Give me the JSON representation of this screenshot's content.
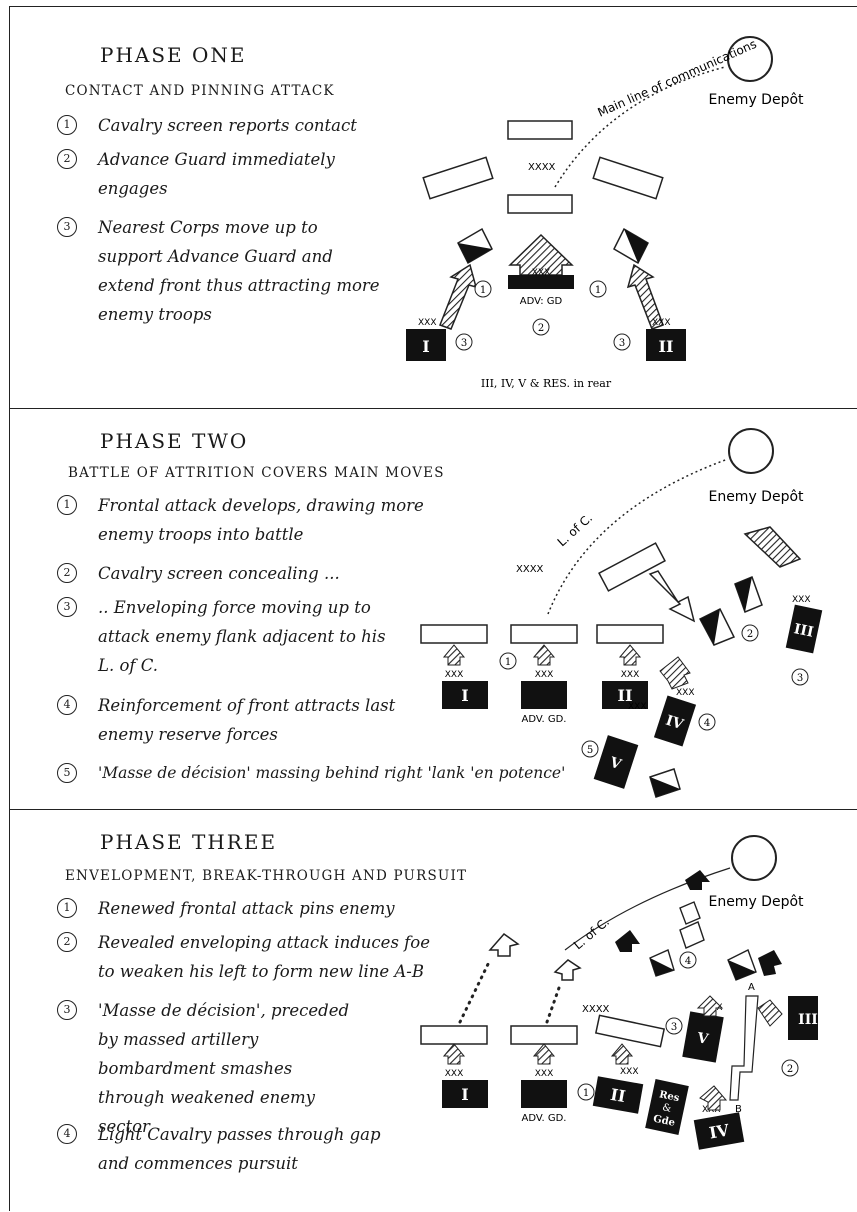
{
  "phase_one": {
    "title": "PHASE ONE",
    "subtitle": "CONTACT AND PINNING ATTACK",
    "steps": [
      {
        "num": "1",
        "text": "Cavalry screen reports contact"
      },
      {
        "num": "2",
        "text": "Advance Guard immediately engages"
      },
      {
        "num": "3",
        "text": "Nearest Corps move up to support Advance Guard and extend front thus attracting more enemy troops"
      }
    ],
    "diagram": {
      "enemy_depot": "Enemy Depôt",
      "comm_line": "Main line of communications",
      "army_group": "XXXX",
      "corps_echelon": "XXX",
      "adv_gd": "ADV: GD",
      "corps_left": "I",
      "corps_right": "II",
      "num_1": "1",
      "num_2": "2",
      "num_3": "3",
      "rear_note": "III, IV, V & RES. in rear"
    }
  },
  "phase_two": {
    "title": "PHASE TWO",
    "subtitle": "BATTLE OF ATTRITION COVERS MAIN MOVES",
    "steps": [
      {
        "num": "1",
        "text": "Frontal attack develops, drawing more enemy troops into battle"
      },
      {
        "num": "2",
        "text": "Cavalry screen concealing ..."
      },
      {
        "num": "3",
        "text": ".. Enveloping force moving up to attack enemy flank adjacent to his L. of C."
      },
      {
        "num": "4",
        "text": "Reinforcement of front attracts last enemy reserve forces"
      },
      {
        "num": "5",
        "text": "'Masse de décision' massing behind right 'lank 'en potence'"
      }
    ],
    "diagram": {
      "enemy_depot": "Enemy Depôt",
      "comm_line": "L. of C.",
      "army_group": "XXXX",
      "corps_echelon": "XXX",
      "adv_gd": "ADV. GD.",
      "corps": [
        "I",
        "II",
        "III",
        "IV",
        "V"
      ],
      "nums": [
        "1",
        "2",
        "3",
        "4",
        "5"
      ]
    }
  },
  "phase_three": {
    "title": "PHASE THREE",
    "subtitle": "ENVELOPMENT, BREAK-THROUGH AND PURSUIT",
    "steps": [
      {
        "num": "1",
        "text": "Renewed frontal attack pins enemy"
      },
      {
        "num": "2",
        "text": "Revealed enveloping attack induces foe to weaken his left to form new line A-B"
      },
      {
        "num": "3",
        "text": "'Masse de décision', preceded by massed artillery bombardment smashes through weakened enemy sector"
      },
      {
        "num": "4",
        "text": "Light Cavalry passes through gap and commences pursuit"
      }
    ],
    "diagram": {
      "enemy_depot": "Enemy Depôt",
      "comm_line": "L. of C.",
      "army_group": "XXXX",
      "corps_echelon": "XXX",
      "adv_gd": "ADV. GD.",
      "corps": [
        "I",
        "II",
        "III",
        "IV",
        "V"
      ],
      "reserve_line1": "Res",
      "reserve_line2": "&",
      "reserve_line3": "Gde",
      "point_a": "A",
      "point_b": "B",
      "nums": [
        "1",
        "2",
        "3",
        "4"
      ]
    }
  }
}
